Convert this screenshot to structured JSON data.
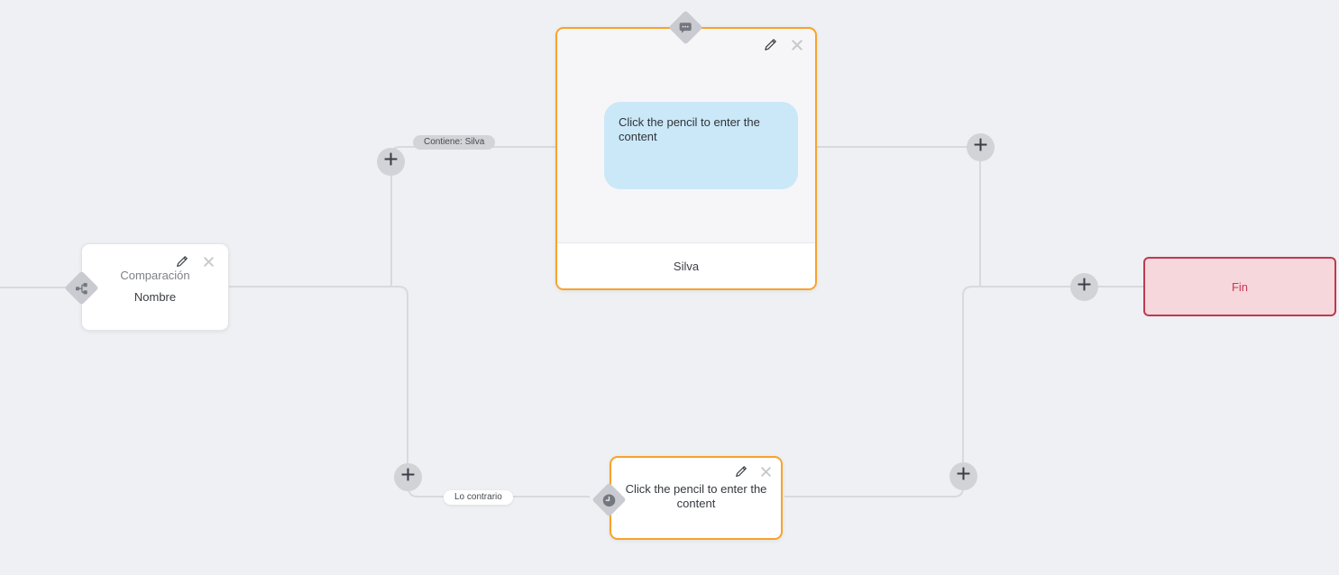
{
  "comparison_node": {
    "title": "Comparación",
    "subtitle": "Nombre",
    "icon": "sitemap-icon"
  },
  "message_node": {
    "content_placeholder": "Click the pencil to enter the content",
    "footer": "Silva",
    "icon": "chat-bubble-icon",
    "border_color": "#f8a32a",
    "bubble_bg": "#cbe8f8"
  },
  "delay_node": {
    "content_placeholder": "Click the pencil to enter the content",
    "icon": "clock-icon",
    "border_color": "#f8a32a"
  },
  "end_node": {
    "label": "Fin",
    "bg": "#f6d7dc",
    "border_color": "#bd3a51",
    "text_color": "#c53a55"
  },
  "edge_labels": {
    "match": "Contiene: Silva",
    "otherwise": "Lo contrario"
  },
  "icons": {
    "edit": "pencil-icon",
    "delete": "x-icon",
    "add": "plus-icon",
    "condition": "sitemap-icon",
    "message": "chat-bubble-icon",
    "delay": "clock-icon"
  },
  "colors": {
    "canvas_bg": "#eef0f3",
    "connector": "#d8d9dc",
    "node_badge": "#c9cbd1",
    "plus_bg": "#d2d3d7"
  }
}
